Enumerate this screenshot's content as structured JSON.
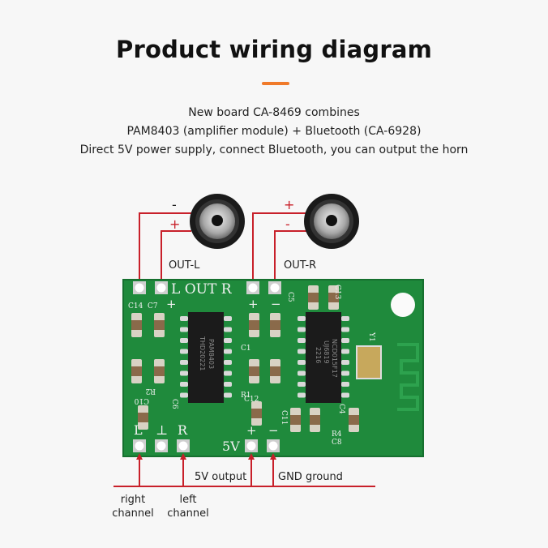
{
  "title": "Product wiring diagram",
  "description": [
    "New board CA-8469 combines",
    "PAM8403 (amplifier module) + Bluetooth (CA-6928)",
    "Direct 5V power supply, connect Bluetooth, you can output the horn"
  ],
  "speakers": {
    "left": {
      "label": "OUT-L",
      "top_sign": "-",
      "bottom_sign": "+"
    },
    "right": {
      "label": "OUT-R",
      "top_sign": "+",
      "bottom_sign": "-"
    }
  },
  "board": {
    "silkscreen_top": "L OUT R",
    "plus": "+",
    "minus": "−",
    "bottom_L": "L",
    "bottom_gnd": "⊥",
    "bottom_R": "R",
    "bottom_5v": "5V",
    "amp_chip": [
      "PAM8403",
      "THD20221"
    ],
    "bt_chip": [
      "NCD015F17",
      "UJ6819",
      "2216"
    ],
    "components": [
      "C14",
      "C7",
      "C5",
      "C13",
      "C1",
      "C12",
      "R1",
      "R2",
      "C10",
      "C6",
      "C4",
      "C8",
      "R4",
      "C11",
      "Y1"
    ]
  },
  "pins": {
    "5v_output": "5V output",
    "gnd_ground": "GND ground",
    "right_channel": [
      "right",
      "channel"
    ],
    "left_channel": [
      "left",
      "channel"
    ]
  },
  "colors": {
    "wire": "#c8202a",
    "board": "#1f8a3c",
    "accent": "#f07a2a"
  }
}
